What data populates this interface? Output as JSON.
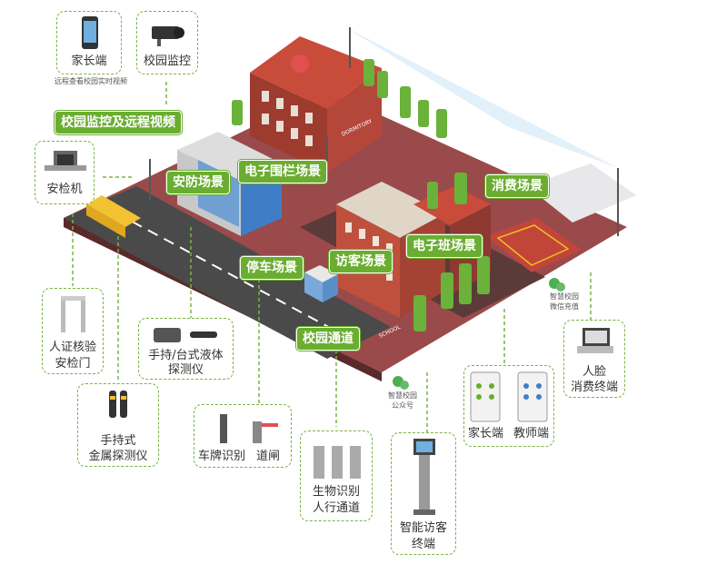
{
  "devices": {
    "parent_app": {
      "label": "家长端",
      "caption": "远程查看校园实时视频"
    },
    "campus_monitor": {
      "label": "校园监控"
    },
    "security_machine": {
      "label": "安检机"
    },
    "id_gate": {
      "label_line1": "人证核验",
      "label_line2": "安检门"
    },
    "handheld_metal": {
      "label_line1": "手持式",
      "label_line2": "金属探测仪"
    },
    "liquid_detector": {
      "label_line1": "手持/台式液体",
      "label_line2": "探测仪"
    },
    "plate_recognition": {
      "label_a": "车牌识别",
      "label_b": "道闸"
    },
    "bio_channel": {
      "label_line1": "生物识别",
      "label_line2": "人行通道"
    },
    "visitor_terminal": {
      "label_line1": "智能访客",
      "label_line2": "终端"
    },
    "mobile_apps": {
      "label_a": "家长端",
      "label_b": "教师端"
    },
    "face_terminal": {
      "label_line1": "人脸",
      "label_line2": "消费终端"
    }
  },
  "scenes": {
    "remote_video": "校园监控及远程视频",
    "security": "安防场景",
    "fence": "电子围栏场景",
    "consumption": "消费场景",
    "parking": "停车场景",
    "visitor": "访客场景",
    "class_board": "电子班场景",
    "passage": "校园通道"
  },
  "wechat": {
    "recharge_line1": "智慧校园",
    "recharge_line2": "微信充值",
    "public_line1": "智慧校园",
    "public_line2": "公众号"
  },
  "signage": {
    "dormitory": "DORMITORY",
    "school": "SCHOOL"
  },
  "colors": {
    "accent": "#6aad31",
    "dashed": "#7cb342",
    "road": "#4a4a4a",
    "ground": "#8a3f3f"
  }
}
